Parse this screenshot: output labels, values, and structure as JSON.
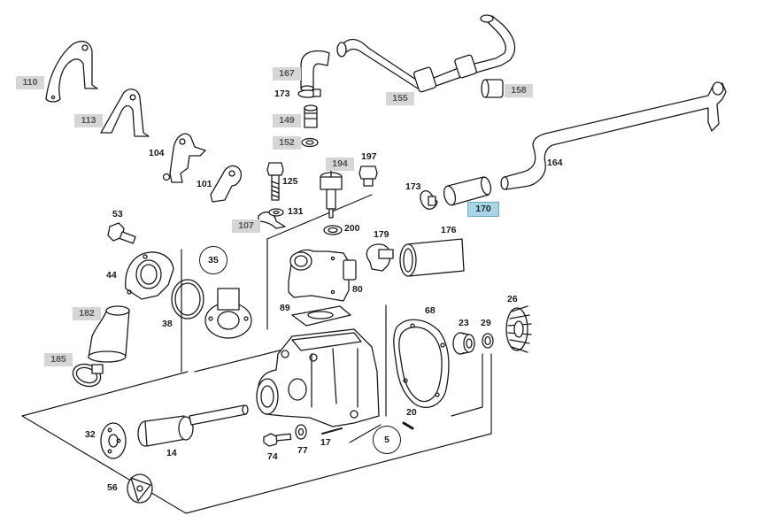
{
  "diagram": {
    "title": "Water pump / coolant hose exploded view",
    "highlight_color": "#a9d4e6",
    "box_color": "#d6d6d6",
    "callouts": [
      {
        "id": "c110",
        "text": "110",
        "style": "boxed"
      },
      {
        "id": "c113",
        "text": "113",
        "style": "boxed"
      },
      {
        "id": "c104",
        "text": "104",
        "style": "plain"
      },
      {
        "id": "c101",
        "text": "101",
        "style": "plain"
      },
      {
        "id": "c107",
        "text": "107",
        "style": "boxed"
      },
      {
        "id": "c167",
        "text": "167",
        "style": "boxed"
      },
      {
        "id": "c173a",
        "text": "173",
        "style": "plain"
      },
      {
        "id": "c149",
        "text": "149",
        "style": "boxed"
      },
      {
        "id": "c152",
        "text": "152",
        "style": "boxed"
      },
      {
        "id": "c125",
        "text": "125",
        "style": "plain"
      },
      {
        "id": "c131",
        "text": "131",
        "style": "plain"
      },
      {
        "id": "c194",
        "text": "194",
        "style": "boxed"
      },
      {
        "id": "c197",
        "text": "197",
        "style": "plain"
      },
      {
        "id": "c200",
        "text": "200",
        "style": "plain"
      },
      {
        "id": "c155",
        "text": "155",
        "style": "boxed"
      },
      {
        "id": "c158",
        "text": "158",
        "style": "boxed"
      },
      {
        "id": "c164",
        "text": "164",
        "style": "plain"
      },
      {
        "id": "c173b",
        "text": "173",
        "style": "plain"
      },
      {
        "id": "c170",
        "text": "170",
        "style": "highlight"
      },
      {
        "id": "c179",
        "text": "179",
        "style": "plain"
      },
      {
        "id": "c176",
        "text": "176",
        "style": "plain"
      },
      {
        "id": "c53",
        "text": "53",
        "style": "plain"
      },
      {
        "id": "c44",
        "text": "44",
        "style": "plain"
      },
      {
        "id": "c182",
        "text": "182",
        "style": "boxed"
      },
      {
        "id": "c185",
        "text": "185",
        "style": "boxed"
      },
      {
        "id": "c38",
        "text": "38",
        "style": "plain"
      },
      {
        "id": "c80",
        "text": "80",
        "style": "plain"
      },
      {
        "id": "c89",
        "text": "89",
        "style": "plain"
      },
      {
        "id": "c68",
        "text": "68",
        "style": "plain"
      },
      {
        "id": "c23",
        "text": "23",
        "style": "plain"
      },
      {
        "id": "c29",
        "text": "29",
        "style": "plain"
      },
      {
        "id": "c26",
        "text": "26",
        "style": "plain"
      },
      {
        "id": "c20",
        "text": "20",
        "style": "plain"
      },
      {
        "id": "c32",
        "text": "32",
        "style": "plain"
      },
      {
        "id": "c14",
        "text": "14",
        "style": "plain"
      },
      {
        "id": "c74",
        "text": "74",
        "style": "plain"
      },
      {
        "id": "c77",
        "text": "77",
        "style": "plain"
      },
      {
        "id": "c17",
        "text": "17",
        "style": "plain"
      },
      {
        "id": "c56",
        "text": "56",
        "style": "plain"
      }
    ],
    "circled": [
      {
        "id": "k35",
        "text": "35"
      },
      {
        "id": "k5",
        "text": "5"
      }
    ]
  }
}
